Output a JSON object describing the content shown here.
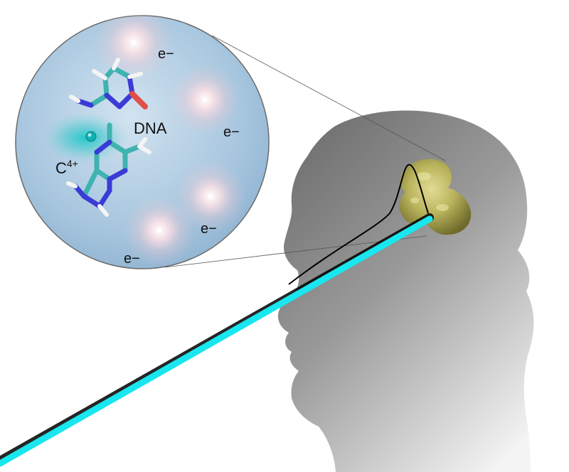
{
  "labels": {
    "dna": "DNA",
    "ion_base": "C",
    "ion_charge": "4+",
    "electron": "e−"
  },
  "electrons": [
    {
      "id": 1,
      "text": "e−"
    },
    {
      "id": 2,
      "text": "e−"
    },
    {
      "id": 3,
      "text": "e−"
    },
    {
      "id": 4,
      "text": "e−"
    }
  ],
  "colors": {
    "beam": "#19e6ee",
    "trajectory": "#000000",
    "tumor": "#b6b15a",
    "head_dark": "#6f6f6f",
    "head_light": "#f2f2f2",
    "magnifier_fill": "#a9c8e0",
    "molecule_carbon": "#3fb3b0",
    "molecule_nitrogen": "#3b3bd6",
    "molecule_oxygen": "#e0504a",
    "molecule_hydrogen": "#f4f4f4"
  }
}
